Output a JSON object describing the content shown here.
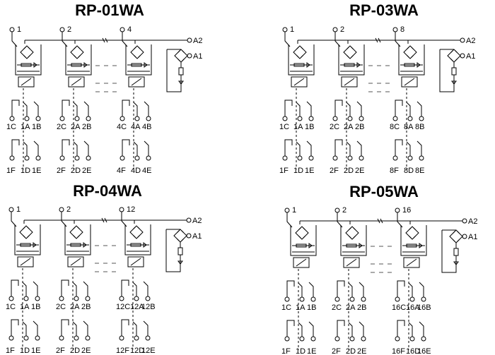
{
  "panels": [
    {
      "title": "RP-01WA",
      "relays": [
        {
          "num": "1",
          "upper": [
            "1C",
            "1A",
            "1B"
          ],
          "lower": [
            "1F",
            "1D",
            "1E"
          ]
        },
        {
          "num": "2",
          "upper": [
            "2C",
            "2A",
            "2B"
          ],
          "lower": [
            "2F",
            "2D",
            "2E"
          ]
        },
        {
          "num": "4",
          "upper": [
            "4C",
            "4A",
            "4B"
          ],
          "lower": [
            "4F",
            "4D",
            "4E"
          ]
        }
      ],
      "a2": "A2",
      "a1": "A1"
    },
    {
      "title": "RP-03WA",
      "relays": [
        {
          "num": "1",
          "upper": [
            "1C",
            "1A",
            "1B"
          ],
          "lower": [
            "1F",
            "1D",
            "1E"
          ]
        },
        {
          "num": "2",
          "upper": [
            "2C",
            "2A",
            "2B"
          ],
          "lower": [
            "2F",
            "2D",
            "2E"
          ]
        },
        {
          "num": "8",
          "upper": [
            "8C",
            "8A",
            "8B"
          ],
          "lower": [
            "8F",
            "8D",
            "8E"
          ]
        }
      ],
      "a2": "A2",
      "a1": "A1"
    },
    {
      "title": "RP-04WA",
      "relays": [
        {
          "num": "1",
          "upper": [
            "1C",
            "1A",
            "1B"
          ],
          "lower": [
            "1F",
            "1D",
            "1E"
          ]
        },
        {
          "num": "2",
          "upper": [
            "2C",
            "2A",
            "2B"
          ],
          "lower": [
            "2F",
            "2D",
            "2E"
          ]
        },
        {
          "num": "12",
          "upper": [
            "12C",
            "12A",
            "12B"
          ],
          "lower": [
            "12F",
            "12D",
            "12E"
          ]
        }
      ],
      "a2": "A2",
      "a1": "A1"
    },
    {
      "title": "RP-05WA",
      "relays": [
        {
          "num": "1",
          "upper": [
            "1C",
            "1A",
            "1B"
          ],
          "lower": [
            "1F",
            "1D",
            "1E"
          ]
        },
        {
          "num": "2",
          "upper": [
            "2C",
            "2A",
            "2B"
          ],
          "lower": [
            "2F",
            "2D",
            "2E"
          ]
        },
        {
          "num": "16",
          "upper": [
            "16C",
            "16A",
            "16B"
          ],
          "lower": [
            "16F",
            "16D",
            "16E"
          ]
        }
      ],
      "a2": "A2",
      "a1": "A1"
    }
  ]
}
